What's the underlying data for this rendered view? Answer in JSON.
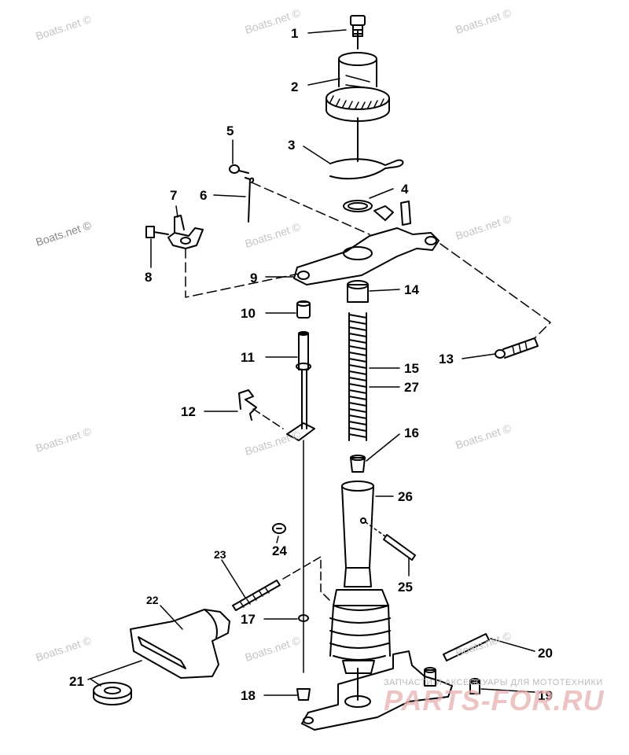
{
  "diagram": {
    "callouts": [
      {
        "id": "1",
        "label": "1"
      },
      {
        "id": "2",
        "label": "2"
      },
      {
        "id": "3",
        "label": "3"
      },
      {
        "id": "4",
        "label": "4"
      },
      {
        "id": "5",
        "label": "5"
      },
      {
        "id": "6",
        "label": "6"
      },
      {
        "id": "7",
        "label": "7"
      },
      {
        "id": "8",
        "label": "8"
      },
      {
        "id": "9",
        "label": "9"
      },
      {
        "id": "10",
        "label": "10"
      },
      {
        "id": "11",
        "label": "11"
      },
      {
        "id": "12",
        "label": "12"
      },
      {
        "id": "13",
        "label": "13"
      },
      {
        "id": "14",
        "label": "14"
      },
      {
        "id": "15",
        "label": "15"
      },
      {
        "id": "16",
        "label": "16"
      },
      {
        "id": "17",
        "label": "17"
      },
      {
        "id": "18",
        "label": "18"
      },
      {
        "id": "19",
        "label": "19"
      },
      {
        "id": "20",
        "label": "20"
      },
      {
        "id": "21",
        "label": "21"
      },
      {
        "id": "22",
        "label": "22"
      },
      {
        "id": "23",
        "label": "23"
      },
      {
        "id": "24",
        "label": "24"
      },
      {
        "id": "25",
        "label": "25"
      },
      {
        "id": "26",
        "label": "26"
      },
      {
        "id": "27",
        "label": "27"
      }
    ]
  },
  "watermark": {
    "text": "Boats.net ©"
  },
  "brand": {
    "tagline": "ЗАПЧАСТИ И АКСЕССУАРЫ ДЛЯ МОТОТЕХНИКИ",
    "name": "PARTS-FOR.RU"
  }
}
